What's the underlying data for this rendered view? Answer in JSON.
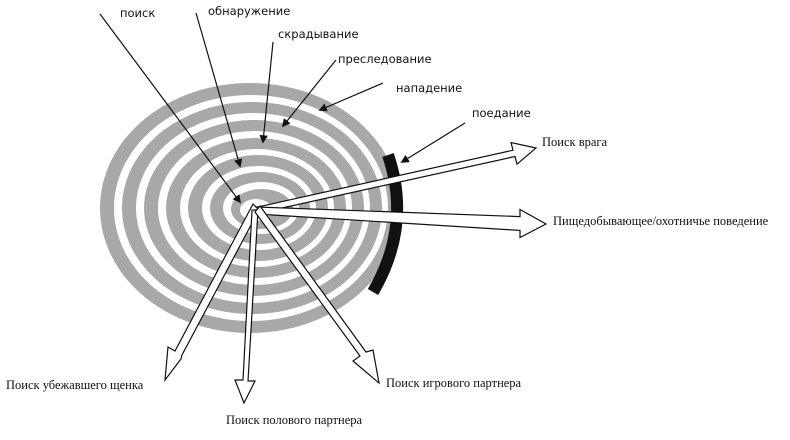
{
  "stage_labels": {
    "search": "поиск",
    "detection": "обнаружение",
    "stalking": "скрадывание",
    "pursuit": "преследование",
    "attack": "нападение",
    "eating": "поедание"
  },
  "outcome_labels": {
    "enemy_search": "Поиск врага",
    "food_hunting": "Пищедобывающее/охотничье поведение",
    "runaway_puppy": "Поиск убежавшего щенка",
    "play_partner": "Поиск игрового партнера",
    "sexual_partner": "Поиск полового партнера"
  },
  "colors": {
    "ring_gray": "#a8a8a8",
    "ring_white": "#ffffff",
    "line": "#111111",
    "arc": "#111111"
  }
}
